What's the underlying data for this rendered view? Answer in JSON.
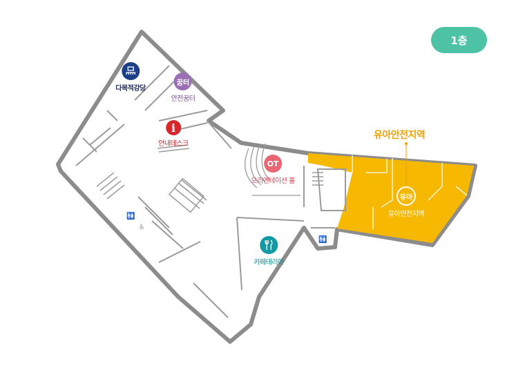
{
  "floor": {
    "label": "1층"
  },
  "zone": {
    "title": "유아안전지역"
  },
  "poi": {
    "auditorium": {
      "label": "다목적강당",
      "icon": "auditorium-icon"
    },
    "shelter": {
      "icon_text": "꿈터",
      "label": "안전꿈터"
    },
    "info": {
      "icon_text": "i",
      "label": "안내데스크"
    },
    "orientation": {
      "icon_text": "OT",
      "label": "오리엔테이션 홀"
    },
    "kids": {
      "icon_text": "유아",
      "label": "유아안전지역"
    },
    "cafeteria": {
      "label": "카페테리아",
      "icon": "utensils-icon"
    }
  },
  "colors": {
    "wall": "#8c8c8c",
    "zone": "#f6b800",
    "badge": "#4dc2a5",
    "auditorium": "#1d3f87",
    "shelter": "#9b6fb3",
    "info": "#d8262b",
    "orientation": "#e86773",
    "cafeteria": "#0f9aa5",
    "zone_label": "#f0a000"
  }
}
